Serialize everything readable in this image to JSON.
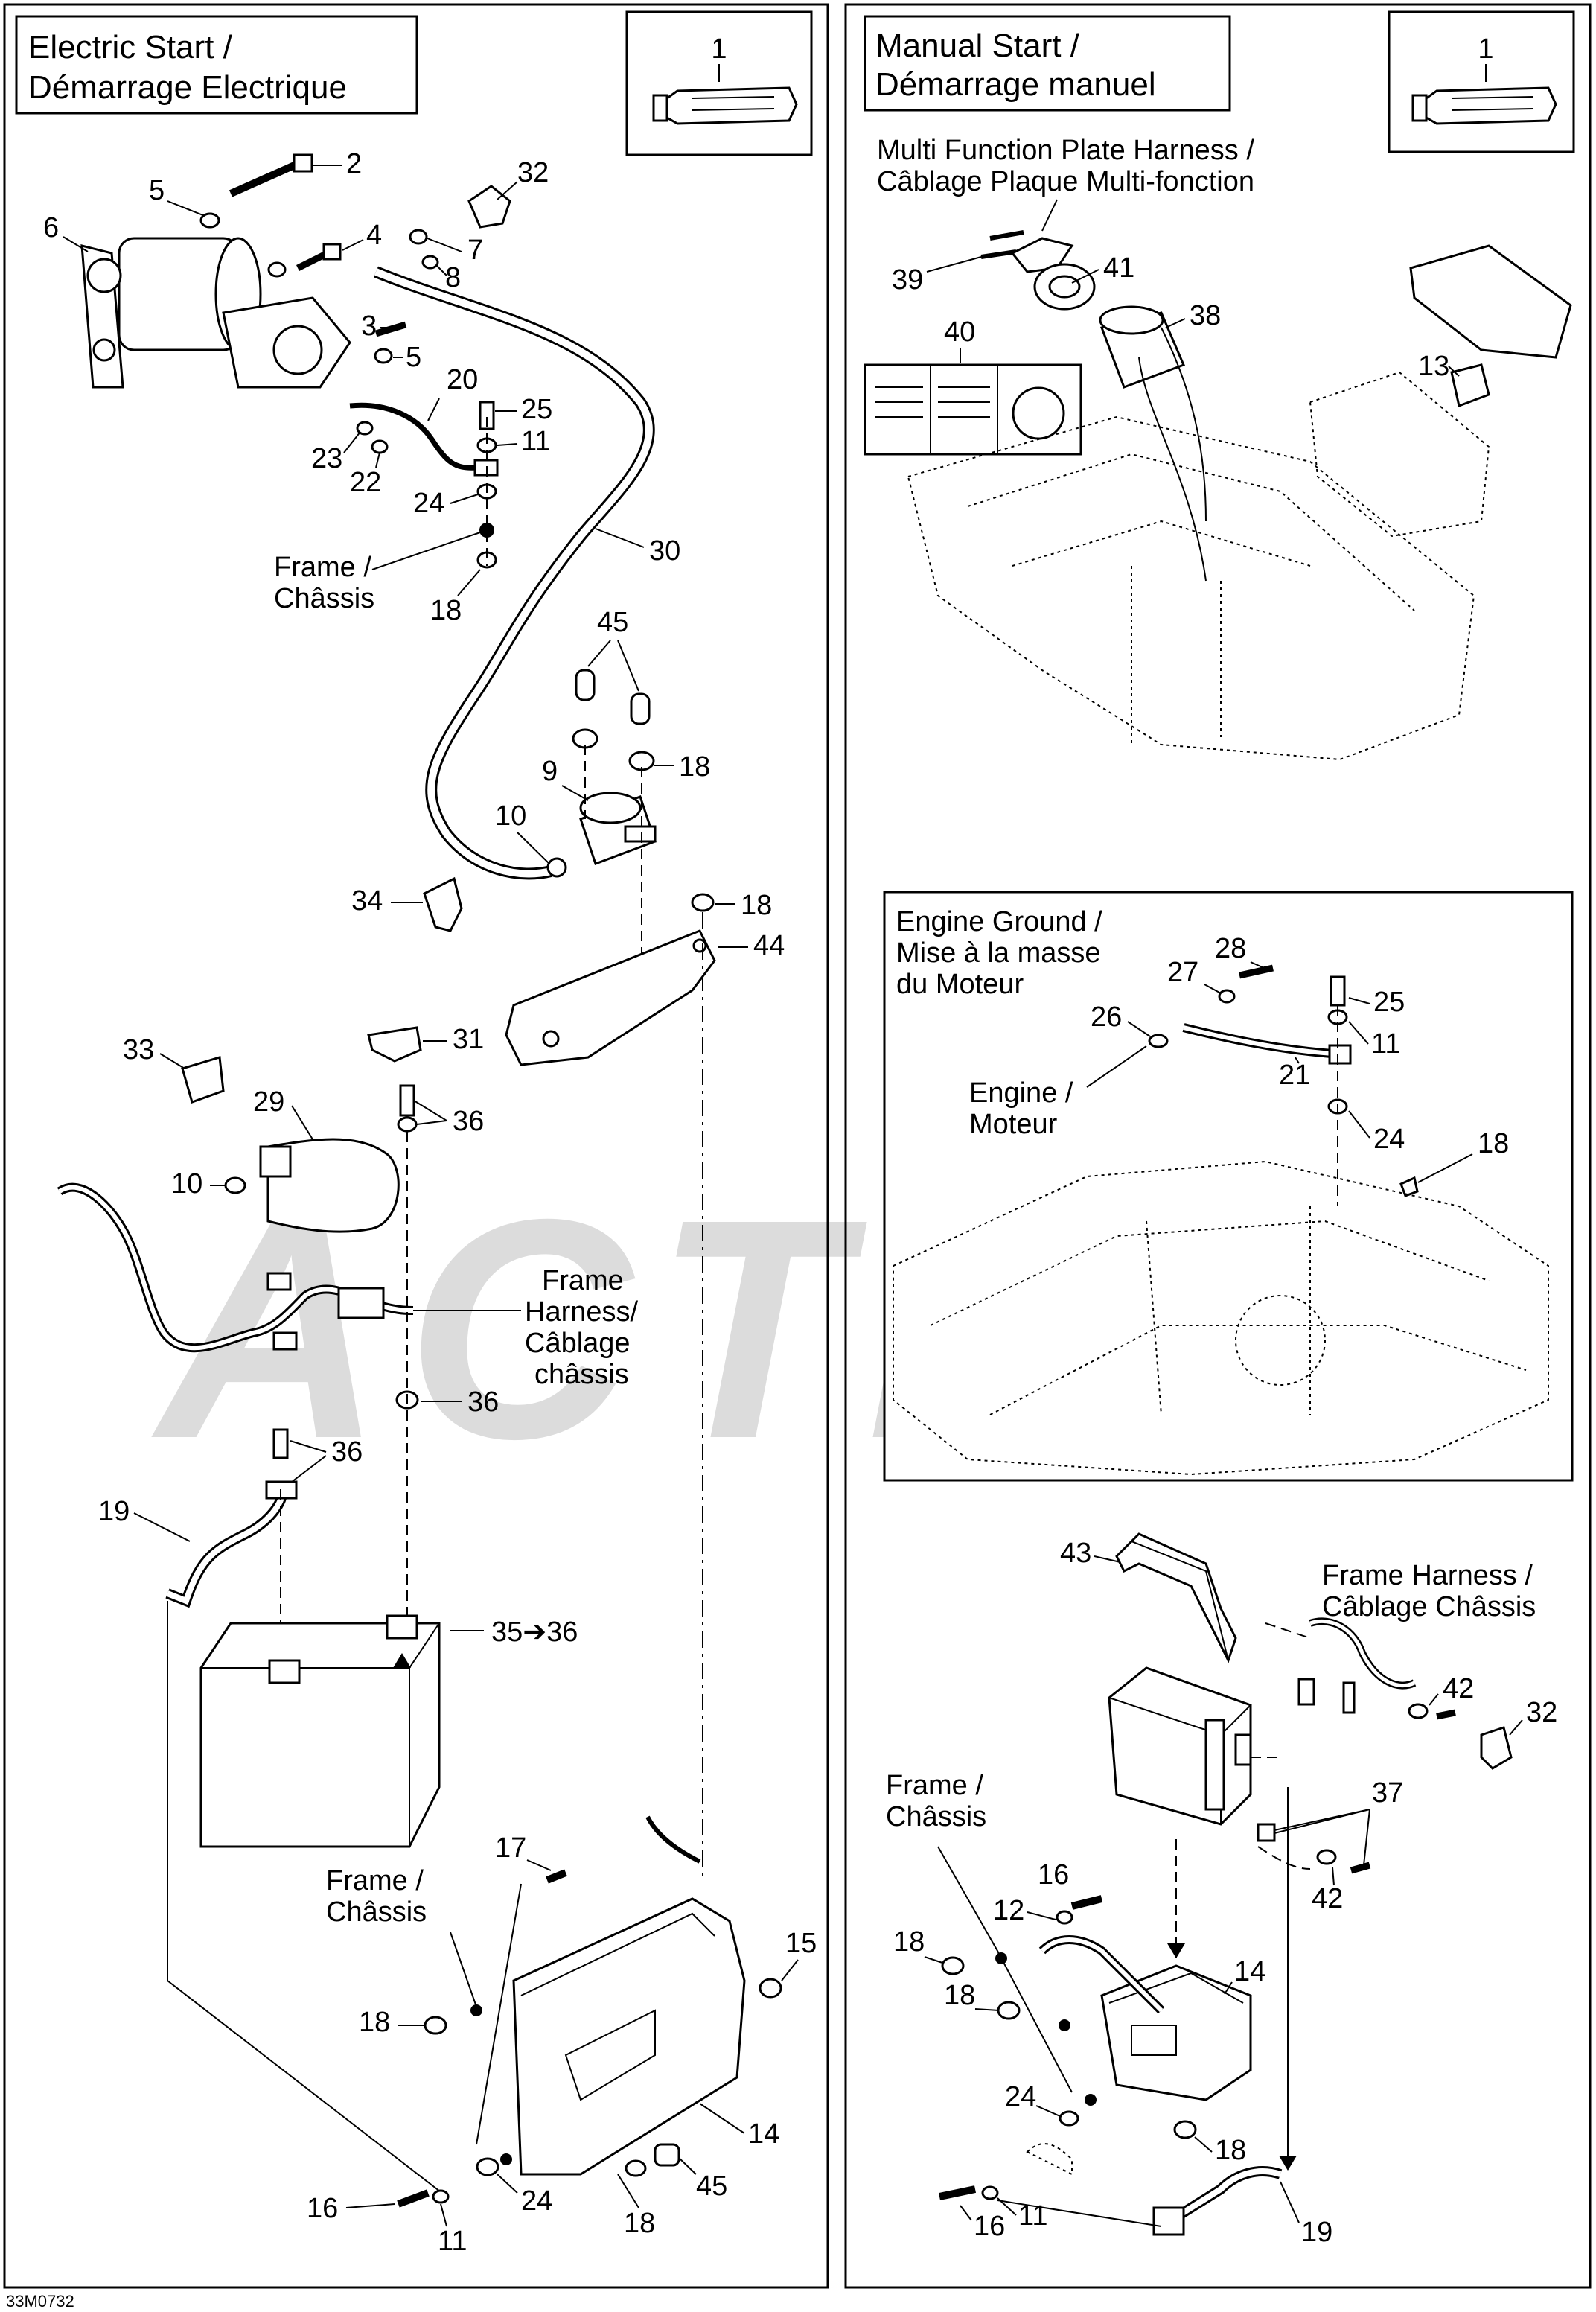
{
  "watermark": "ACTIVE",
  "drawing_code": "33M0732",
  "left_panel": {
    "title_line1": "Electric Start /",
    "title_line2": "Démarrage Electrique",
    "inset_callout": "1",
    "frame_label_1a": "Frame /",
    "frame_label_1b": "Châssis",
    "frame_label_2a": "Frame /",
    "frame_label_2b": "Châssis",
    "harness_label_a": "Frame",
    "harness_label_b": "Harness/",
    "harness_label_c": "Câblage",
    "harness_label_d": "châssis",
    "callouts": {
      "c2": "2",
      "c32": "32",
      "c5a": "5",
      "c6": "6",
      "c4": "4",
      "c7": "7",
      "c8": "8",
      "c3": "3",
      "c5b": "5",
      "c20": "20",
      "c25": "25",
      "c23": "23",
      "c11a": "11",
      "c22": "22",
      "c24a": "24",
      "c30": "30",
      "c18a": "18",
      "c45a": "45",
      "c18b": "18",
      "c9": "9",
      "c10a": "10",
      "c34": "34",
      "c18c": "18",
      "c44": "44",
      "c31": "31",
      "c33": "33",
      "c29": "29",
      "c36a": "36",
      "c10b": "10",
      "c36b": "36",
      "c36c": "36",
      "c19": "19",
      "c35": "35➔36",
      "c17": "17",
      "c15": "15",
      "c18d": "18",
      "c14": "14",
      "c16": "16",
      "c24b": "24",
      "c18e": "18",
      "c45b": "45",
      "c11b": "11"
    }
  },
  "right_panel": {
    "title_line1": "Manual Start /",
    "title_line2": "Démarrage manuel",
    "inset_callout": "1",
    "mfp_line1": "Multi Function Plate Harness /",
    "mfp_line2": "Câblage Plaque Multi-fonction",
    "engine_ground_1": "Engine Ground /",
    "engine_ground_2": "Mise à la masse",
    "engine_ground_3": "du Moteur",
    "engine_1": "Engine /",
    "engine_2": "Moteur",
    "harness_1": "Frame Harness /",
    "harness_2": "Câblage Châssis",
    "frame_1": "Frame /",
    "frame_2": "Châssis",
    "callouts": {
      "c39": "39",
      "c41": "41",
      "c40": "40",
      "c38": "38",
      "c13": "13",
      "c28": "28",
      "c27": "27",
      "c25": "25",
      "c26": "26",
      "c11a": "11",
      "c21": "21",
      "c24a": "24",
      "c18a": "18",
      "c43": "43",
      "c42a": "42",
      "c32": "32",
      "c37": "37",
      "c42b": "42",
      "c16a": "16",
      "c12": "12",
      "c18b": "18",
      "c14": "14",
      "c18c": "18",
      "c24b": "24",
      "c18d": "18",
      "c16b": "16",
      "c11b": "11",
      "c19": "19"
    }
  }
}
